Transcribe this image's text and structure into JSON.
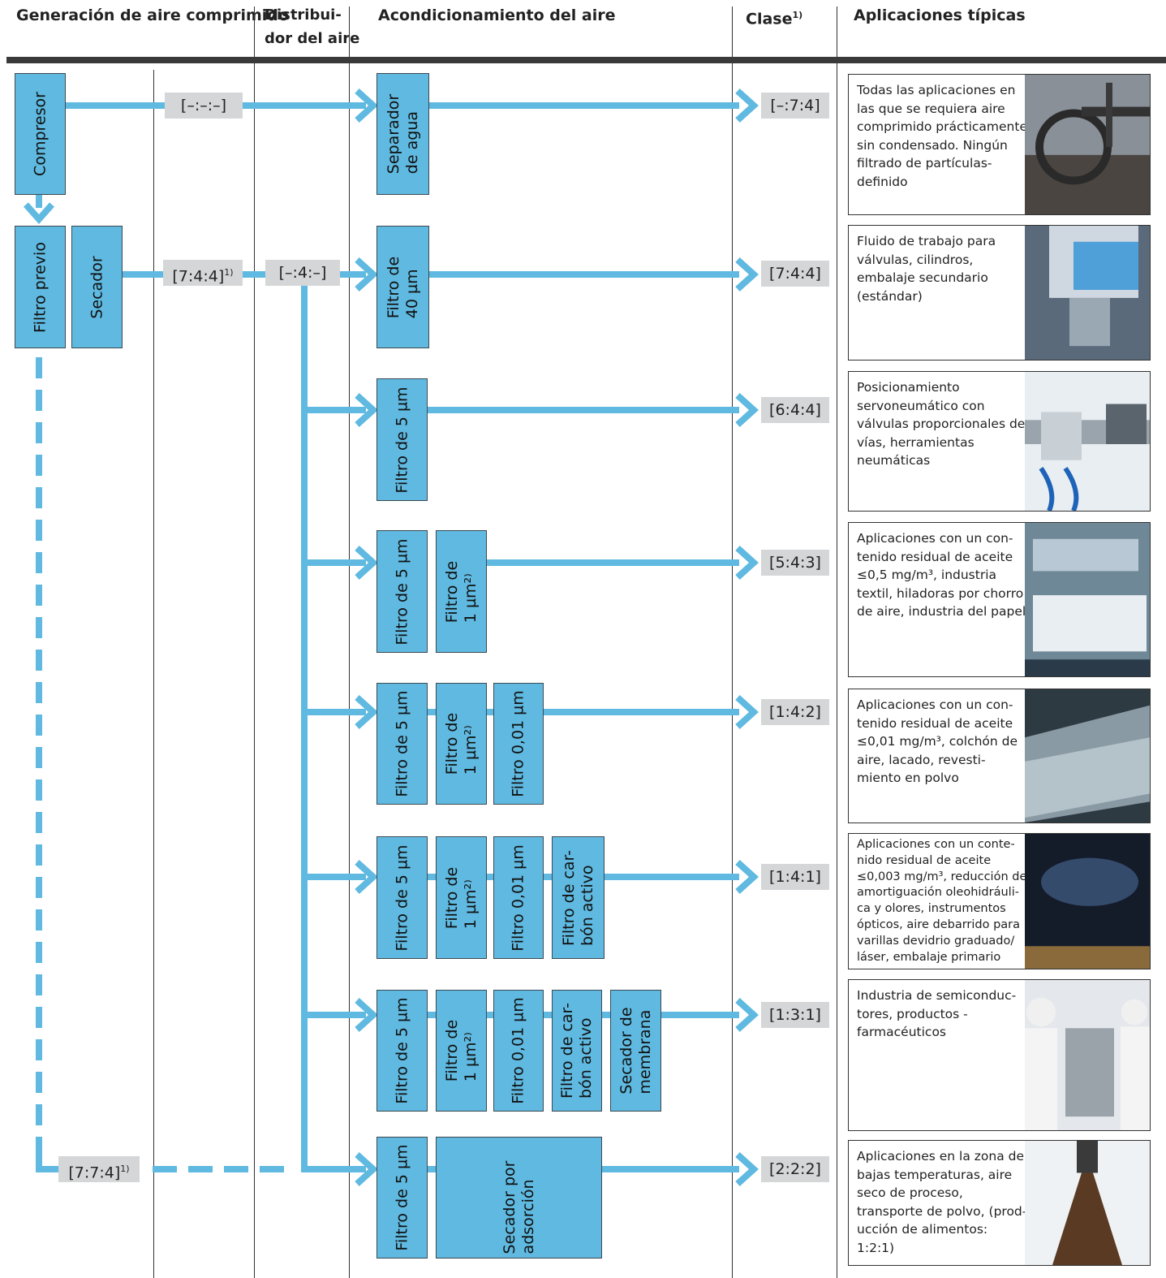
{
  "headers": {
    "generation": "Generación de aire comprimido",
    "distributor": "Distribui-\ndor del aire",
    "conditioning": "Acondicionamiento del aire",
    "class": "Clase",
    "class_sup": "1)",
    "applications": "Aplicaciones típicas"
  },
  "components": {
    "compresor": "Compresor",
    "filtro_previo": "Filtro previo",
    "secador": "Secador",
    "separador": "Separador\nde agua",
    "filtro40": "Filtro de\n40 µm",
    "filtro5": "Filtro de 5 µm",
    "filtro1": "Filtro de\n1 µm²⁾",
    "filtro001": "Filtro 0,01 µm",
    "carbon": "Filtro de car-\nbón activo",
    "membrana": "Secador de\nmembrana",
    "adsorcion": "Secador por\nadsorción"
  },
  "tags": {
    "gen_top": "[–:–:–]",
    "gen_mid": "[7:4:4]",
    "gen_mid_sup": "1)",
    "dist_mid": "[–:4:–]",
    "gen_bottom": "[7:7:4]",
    "gen_bottom_sup": "1)"
  },
  "classes": [
    "[–:7:4]",
    "[7:4:4]",
    "[6:4:4]",
    "[5:4:3]",
    "[1:4:2]",
    "[1:4:1]",
    "[1:3:1]",
    "[2:2:2]"
  ],
  "applications": [
    {
      "text": "Todas las aplicaciones en las que se requiera aire comprimido prácticamente sin condensado. Ningún filtrado de partículas-definido",
      "image": "bucket-wheel-excavator-photo"
    },
    {
      "text": "Fluido de trabajo para válvulas, cilindros, embalaje secundario (estándar)",
      "image": "festo-valve-terminal-photo"
    },
    {
      "text": "Posicionamiento servoneumático con válvulas proporcionales de vías, herramientas neumáticas",
      "image": "servo-pneumatic-gripper-photo"
    },
    {
      "text": "Aplicaciones con un con-tenido residual de aceite ≤0,5 mg/m³, industria textil, hiladoras por chorro de aire, industria del papel",
      "image": "paper-machine-photo"
    },
    {
      "text": "Aplicaciones con un con-tenido residual de aceite ≤0,01 mg/m³, colchón de aire, lacado, revesti-miento en polvo",
      "image": "glass-sheet-conveyor-photo"
    },
    {
      "text": "Aplicaciones con un conte-nido residual de aceite ≤0,003 mg/m³, reducción de amortiguación oleohidráuli-ca y olores, instrumentos ópticos, aire debarrido para varillas devidrio graduado/ láser, embalaje primario",
      "image": "air-jet-glass-rods-photo"
    },
    {
      "text": "Industria de semiconduc-tores, productos -farmacéuticos",
      "image": "cleanroom-workers-photo"
    },
    {
      "text": "Aplicaciones en la zona de bajas temperaturas, aire seco de proceso, transporte de polvo, (prod-ucción de alimentos: 1:2:1)",
      "image": "coffee-beans-falling-photo"
    }
  ],
  "colors": {
    "pipe": "#5fb9e0",
    "tag": "#d4d6d8",
    "border": "#3c4a52"
  }
}
